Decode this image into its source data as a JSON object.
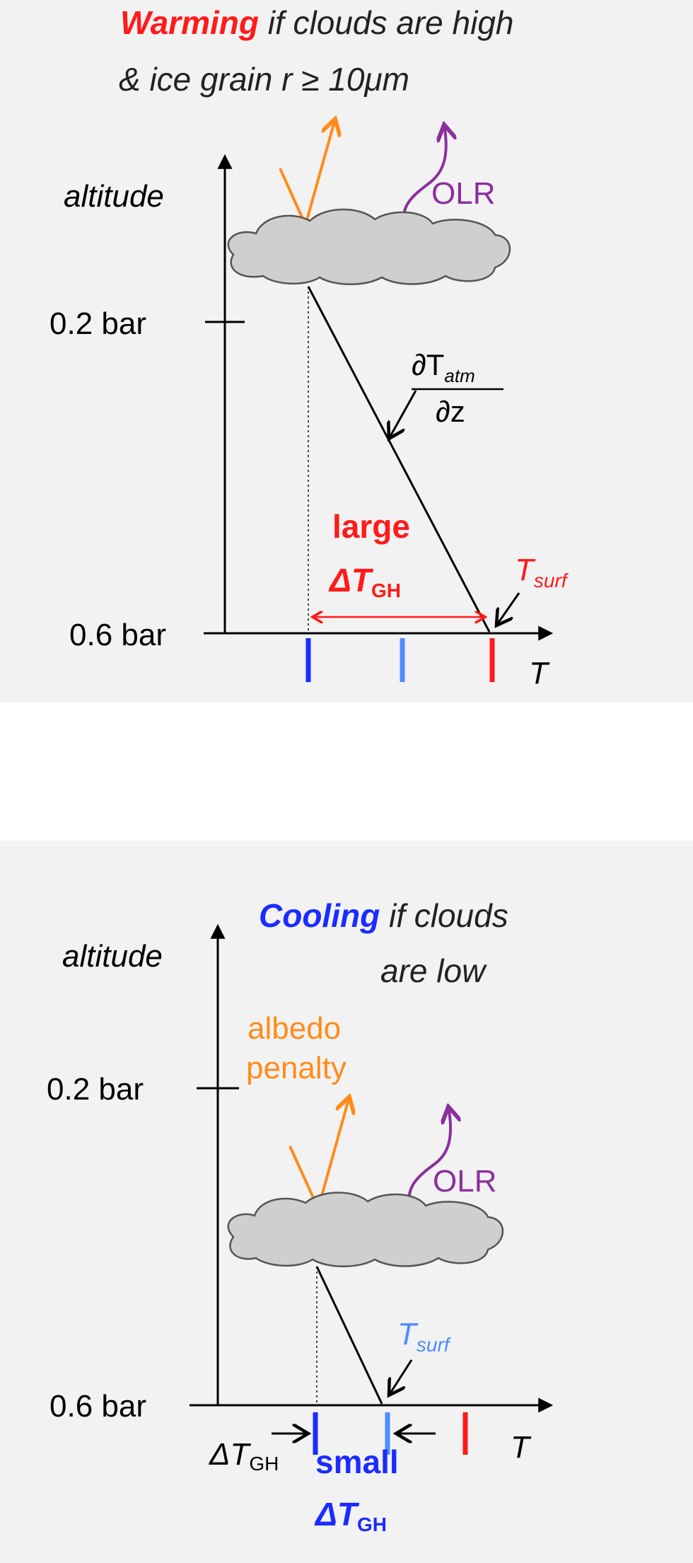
{
  "colors": {
    "warming": "#ff1a1a",
    "cooling": "#1a2cff",
    "tsurf_cold": "#4d8cff",
    "orange": "#ff8c1a",
    "purple": "#8b2f9e",
    "axis": "#000000",
    "cloud_fill": "#cfcfcf",
    "cloud_stroke": "#555555"
  },
  "top": {
    "title_warm": "Warming",
    "title_rest": " if clouds are high",
    "title_line2": "& ice grain r ≥  10μm",
    "ylabel": "altitude",
    "tick_upper": "0.2 bar",
    "tick_lower": "0.6 bar",
    "xlabel": "T",
    "olr": "OLR",
    "lapse_num_d": "∂T",
    "lapse_num_sub": "atm",
    "lapse_den": "∂z",
    "large": "large",
    "dtgh_delta": "ΔT",
    "dtgh_sub": "GH",
    "tsurf": "T",
    "tsurf_sub": "surf"
  },
  "bottom": {
    "title_cool": "Cooling",
    "title_rest": " if clouds",
    "title_line2": "are low",
    "ylabel": "altitude",
    "tick_upper": "0.2 bar",
    "tick_lower": "0.6 bar",
    "xlabel": "T",
    "albedo1": "albedo",
    "albedo2": "penalty",
    "olr": "OLR",
    "tsurf": "T",
    "tsurf_sub": "surf",
    "dtgh_delta": "ΔT",
    "dtgh_sub": "GH",
    "small": "small",
    "small_delta": "ΔT",
    "small_sub": "GH"
  }
}
